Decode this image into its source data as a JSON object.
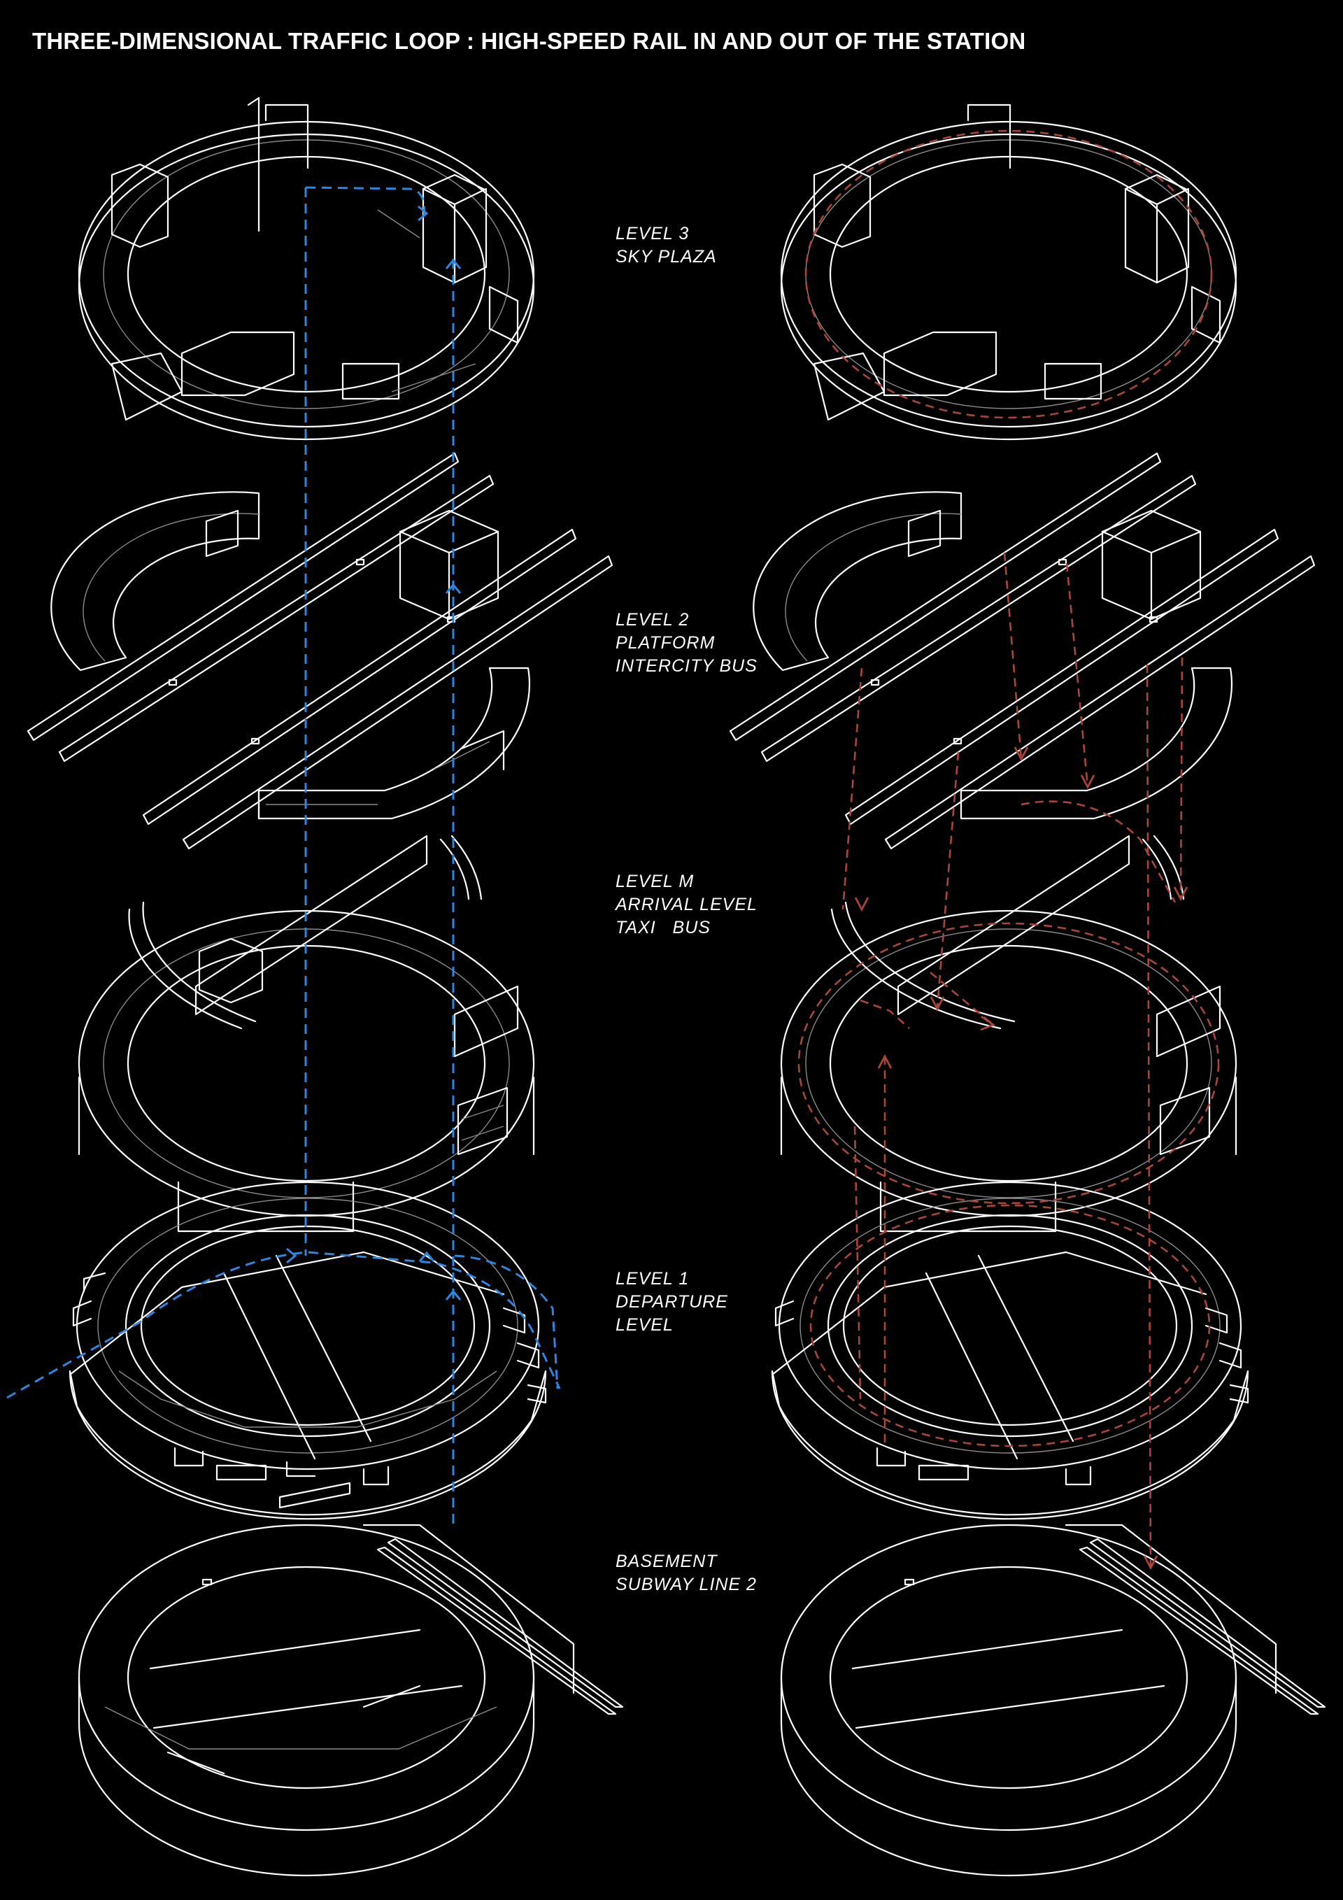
{
  "title": "THREE-DIMENSIONAL TRAFFIC LOOP : HIGH-SPEED RAIL IN AND OUT OF THE STATION",
  "levels": [
    {
      "line1": "LEVEL 3",
      "line2": "SKY PLAZA",
      "line3": ""
    },
    {
      "line1": "LEVEL 2",
      "line2": "PLATFORM",
      "line3": "INTERCITY BUS"
    },
    {
      "line1": "LEVEL M",
      "line2": "ARRIVAL LEVEL",
      "line3": "TAXI   BUS"
    },
    {
      "line1": "LEVEL 1",
      "line2": "DEPARTURE",
      "line3": "LEVEL"
    },
    {
      "line1": "BASEMENT",
      "line2": "SUBWAY LINE 2",
      "line3": ""
    }
  ],
  "colors": {
    "background": "#000000",
    "linework": "#ffffff",
    "arrival_flow": "#2f86e0",
    "departure_flow": "#a8463b"
  }
}
